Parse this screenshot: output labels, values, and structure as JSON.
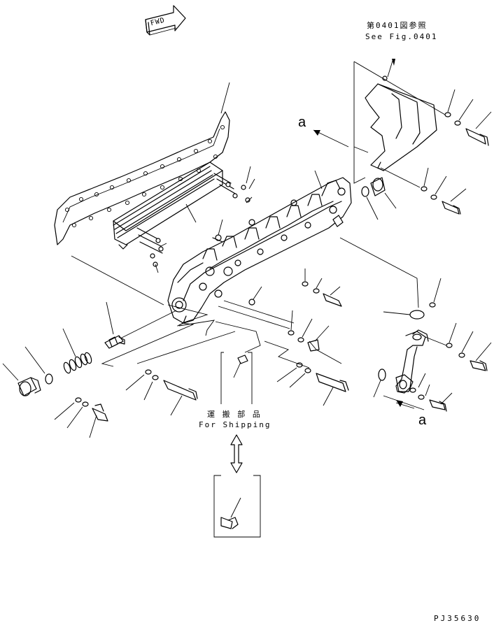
{
  "fwd_label": "FWD",
  "ref_note": {
    "jp": "第0401図参照",
    "en": "See Fig.0401"
  },
  "callouts": {
    "top": "a",
    "bottom": "a"
  },
  "shipping": {
    "jp": "運 搬 部 品",
    "en": "For Shipping"
  },
  "drawing_id": "PJ35630"
}
